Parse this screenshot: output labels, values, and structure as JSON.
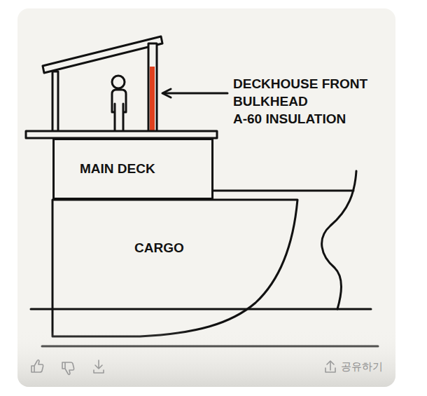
{
  "diagram": {
    "nodes": [
      {
        "text": [
          "MAIN DECK"
        ]
      },
      {
        "text": [
          "CARGO"
        ]
      }
    ],
    "labels": [
      "DECKHOUSE FRONT BULKHEAD A-60 INSULATION",
      "공유하기"
    ]
  }
}
